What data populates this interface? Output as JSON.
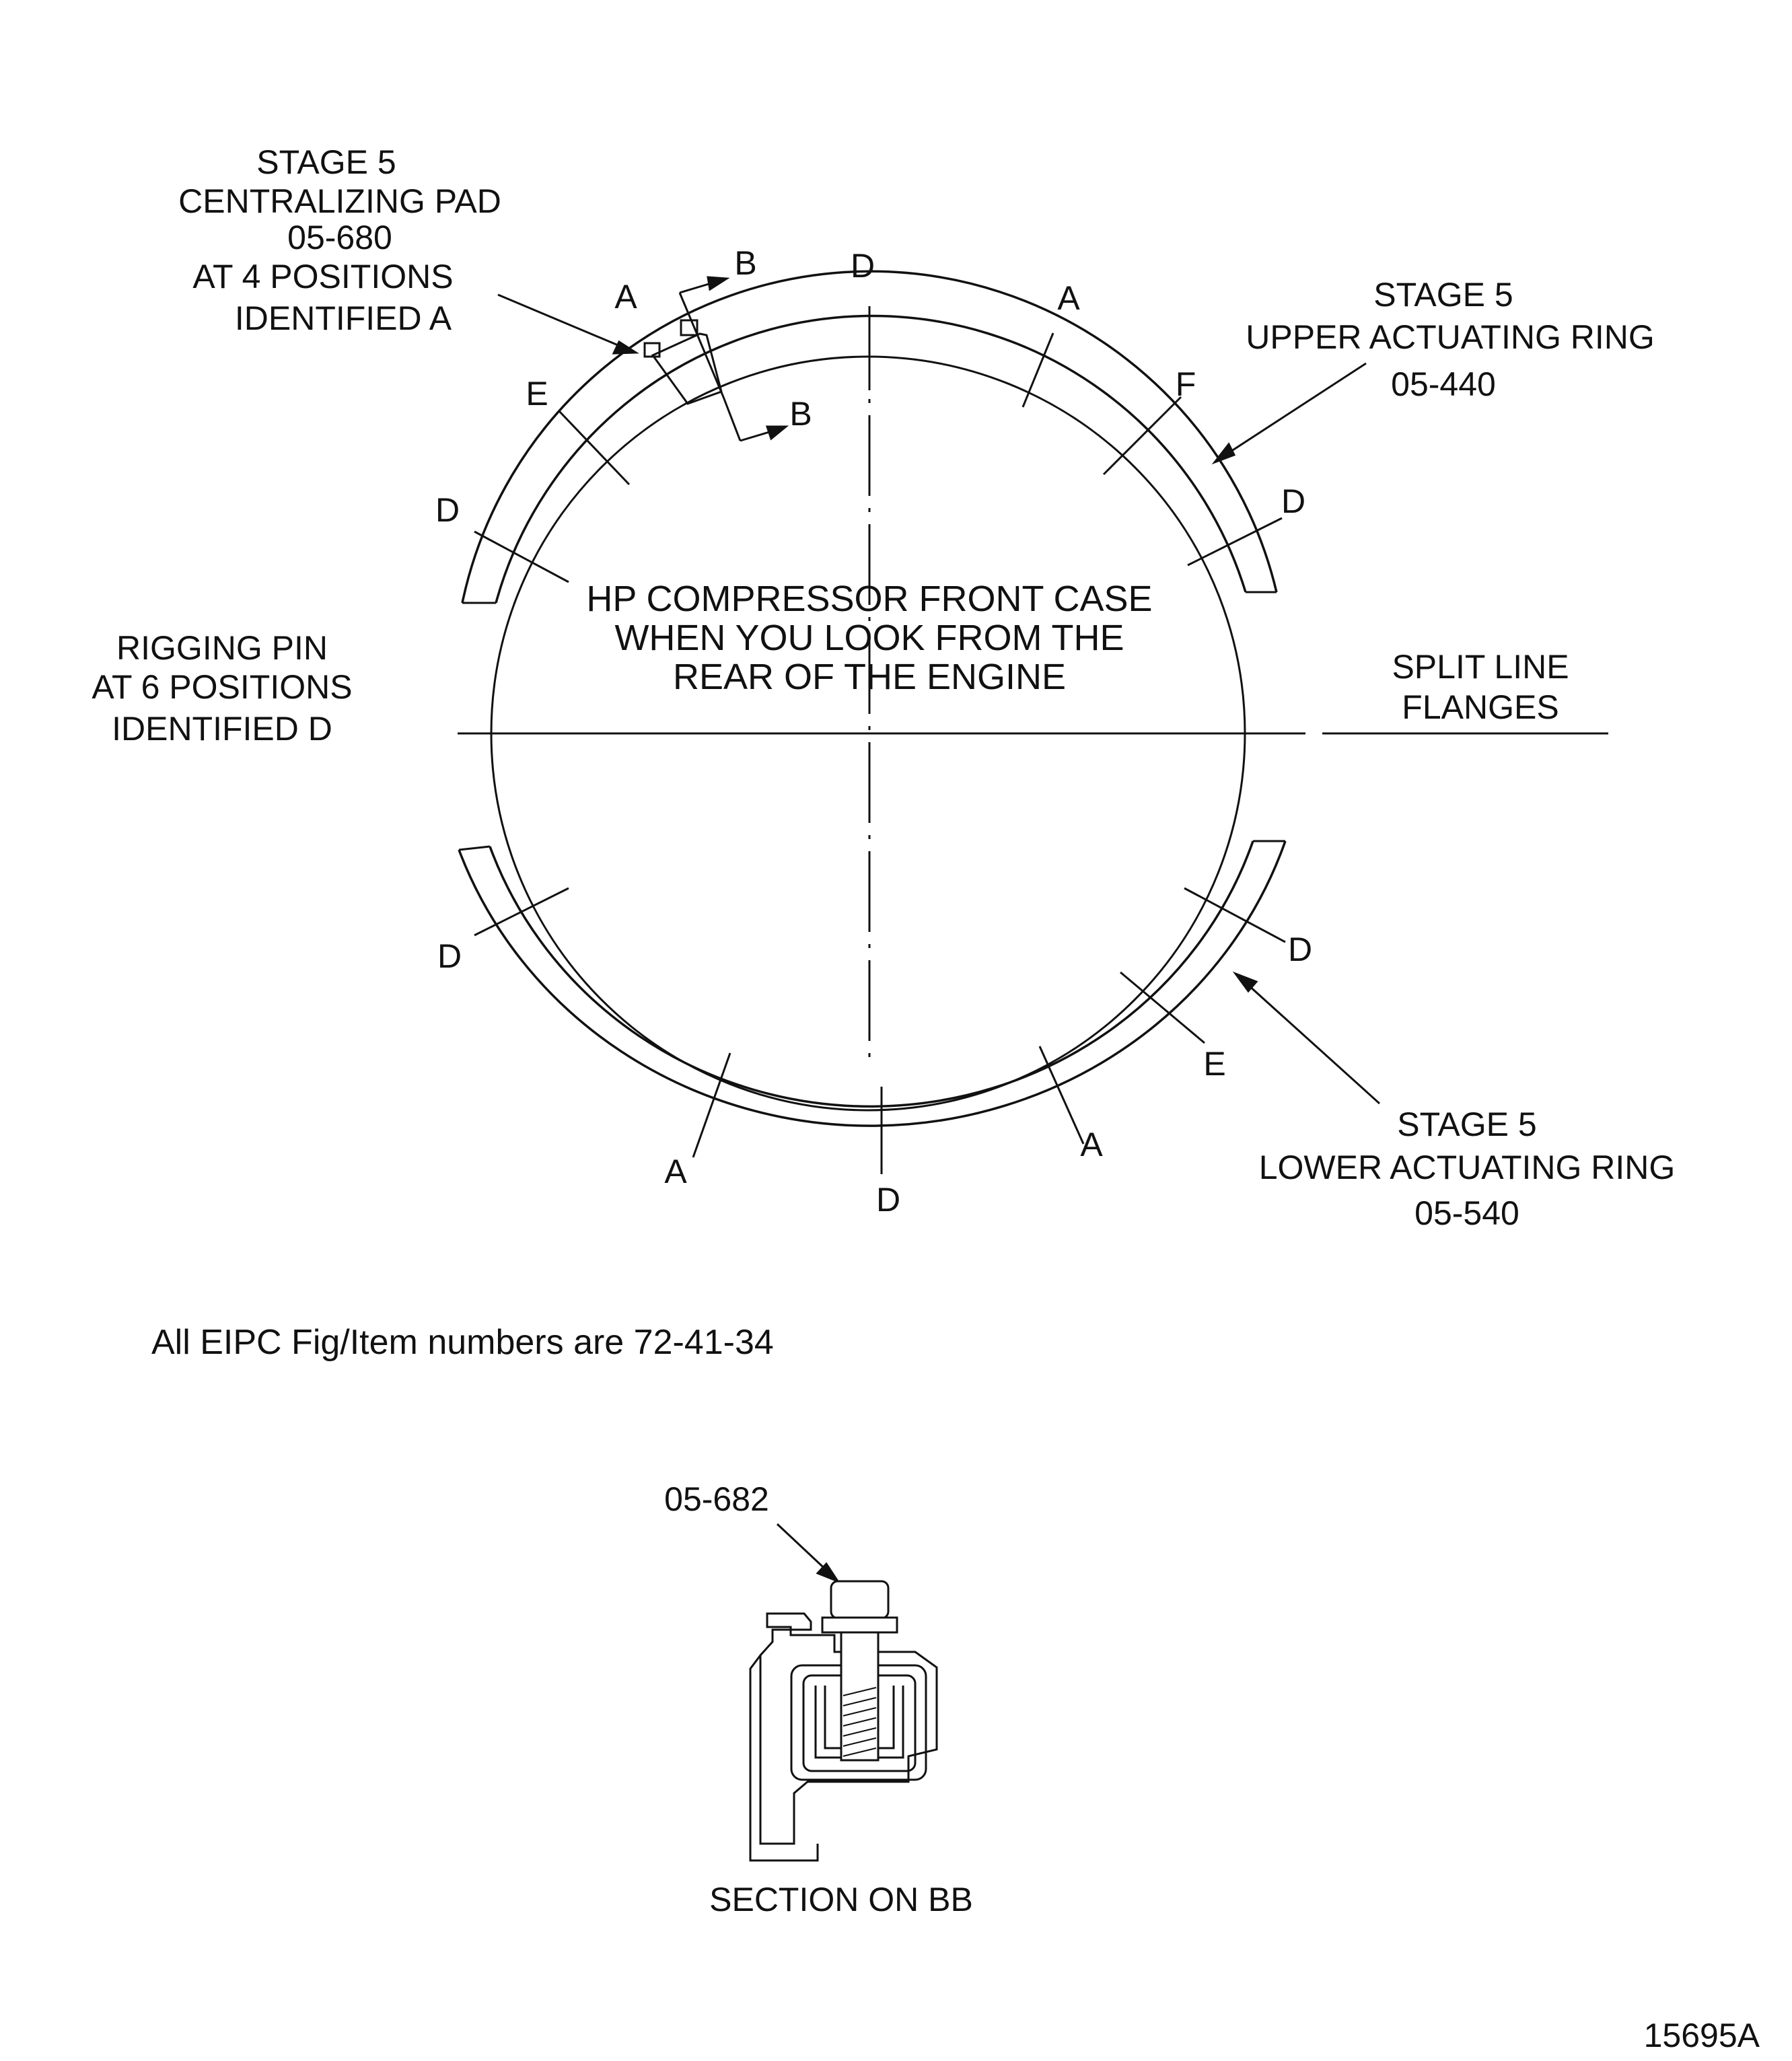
{
  "labels": {
    "pad_title": [
      "STAGE 5",
      "CENTRALIZING PAD",
      "05-680",
      "AT 4 POSITIONS",
      "IDENTIFIED A"
    ],
    "upper_ring": [
      "STAGE 5",
      "UPPER ACTUATING RING",
      "05-440"
    ],
    "rigging_pin": [
      "RIGGING PIN",
      "AT 6 POSITIONS",
      "IDENTIFIED D"
    ],
    "case_caption": [
      "HP COMPRESSOR FRONT CASE",
      "WHEN YOU LOOK FROM THE",
      "REAR OF THE ENGINE"
    ],
    "split_line": [
      "SPLIT LINE",
      "FLANGES"
    ],
    "lower_ring": [
      "STAGE 5",
      "LOWER ACTUATING RING",
      "05-540"
    ],
    "eipc_note": "All EIPC Fig/Item numbers are 72-41-34",
    "bolt_part": "05-682",
    "section_title": "SECTION ON BB",
    "drawing_number": "15695A"
  },
  "position_markers": {
    "a": "A",
    "b": "B",
    "d": "D",
    "e": "E",
    "f": "F"
  }
}
